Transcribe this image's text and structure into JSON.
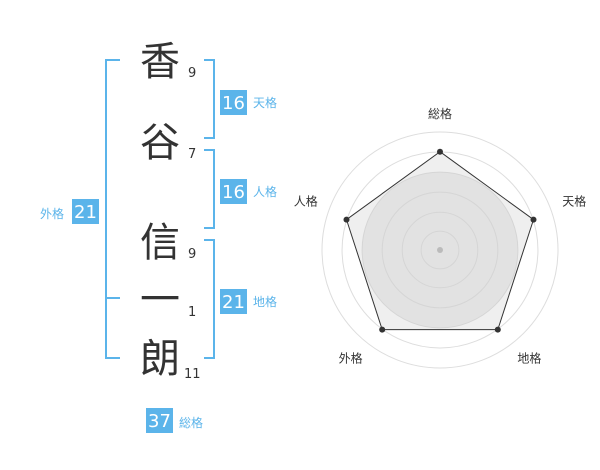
{
  "name": {
    "characters": [
      {
        "char": "香",
        "strokes": "9"
      },
      {
        "char": "谷",
        "strokes": "7"
      },
      {
        "char": "信",
        "strokes": "9"
      },
      {
        "char": "一",
        "strokes": "1"
      },
      {
        "char": "朗",
        "strokes": "11"
      }
    ]
  },
  "fortunes": {
    "tenkaku": {
      "value": "16",
      "label": "天格"
    },
    "jinkaku": {
      "value": "16",
      "label": "人格"
    },
    "chikaku": {
      "value": "21",
      "label": "地格"
    },
    "gaikaku": {
      "value": "21",
      "label": "外格"
    },
    "soukaku": {
      "value": "37",
      "label": "総格"
    }
  },
  "colors": {
    "accent": "#5BB4EA",
    "text": "#333333",
    "grid": "#dddddd"
  },
  "chart_data": {
    "type": "radar",
    "axes": [
      "総格",
      "天格",
      "地格",
      "外格",
      "人格"
    ],
    "values": [
      5,
      5,
      5,
      5,
      5
    ],
    "scale_max": 6,
    "rings": 5
  }
}
